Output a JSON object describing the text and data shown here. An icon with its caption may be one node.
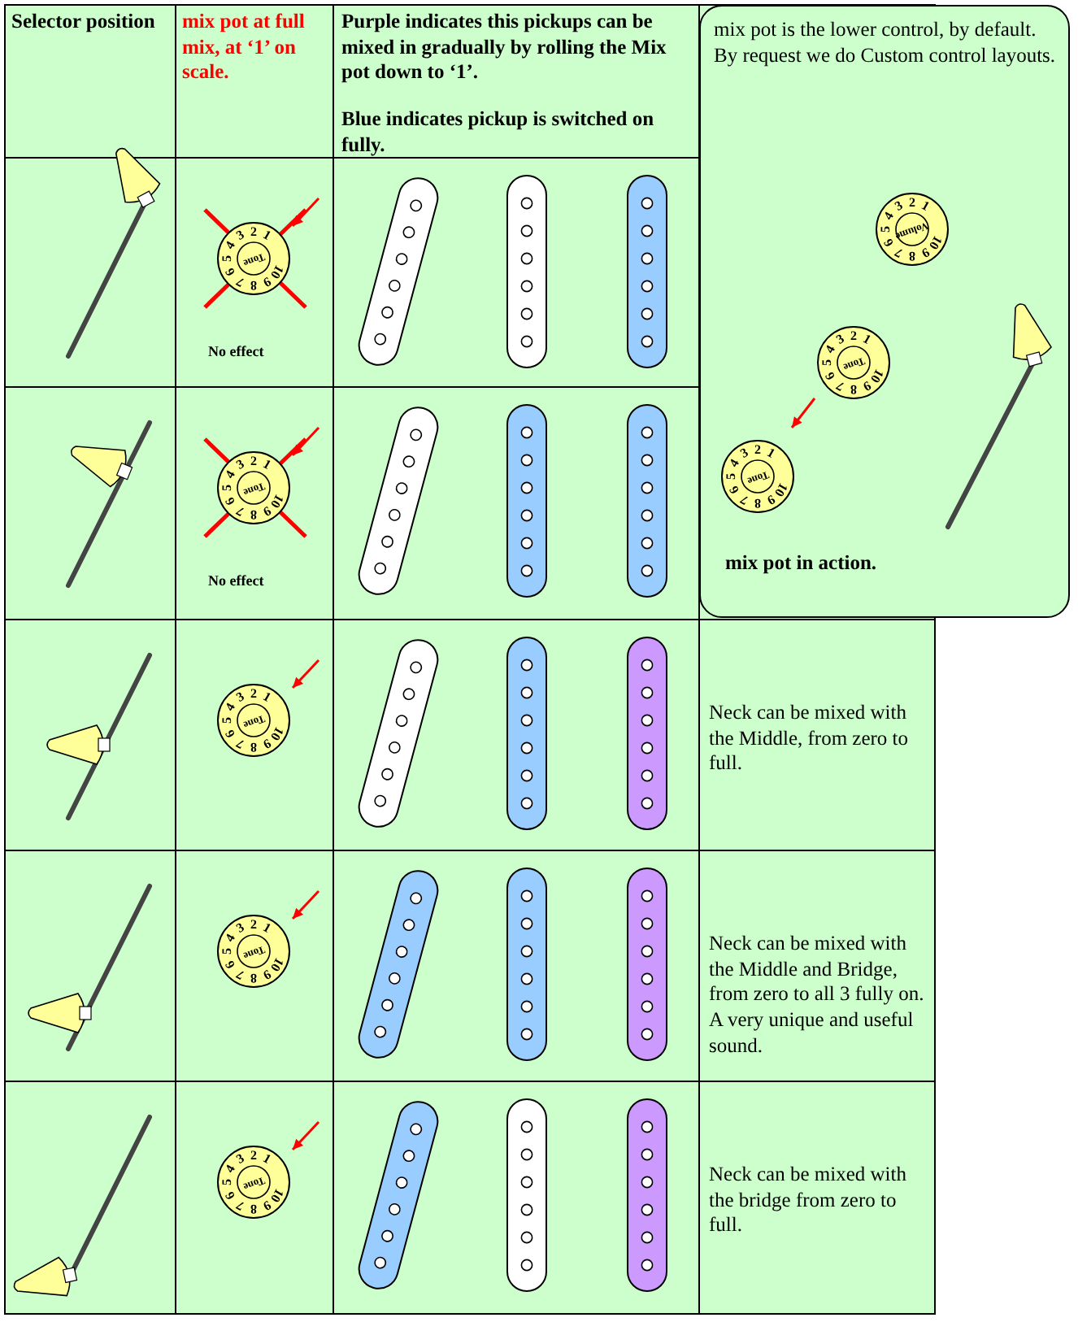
{
  "diagram": {
    "nodes": [
      {
        "text": [
          "mix pot is the lower control, by default. By request we do Custom control layouts.",
          "mix pot in action."
        ]
      }
    ],
    "labels": [
      "Selector position",
      "mix pot at full mix, at ‘1’ on scale.",
      "Purple indicates this pickups can be mixed in gradually by rolling the Mix pot down to ‘1’.",
      "Blue indicates pickup is switched on fully.",
      "1",
      "2",
      "3",
      "4",
      "5",
      "6",
      "7",
      "8",
      "9",
      "10",
      "Tone",
      "No effect",
      "1",
      "2",
      "3",
      "4",
      "5",
      "6",
      "7",
      "8",
      "9",
      "10",
      "Tone",
      "No effect",
      "1",
      "2",
      "3",
      "4",
      "5",
      "6",
      "7",
      "8",
      "9",
      "10",
      "Tone",
      "Neck can be mixed with the Middle, from zero to full.",
      "1",
      "2",
      "3",
      "4",
      "5",
      "6",
      "7",
      "8",
      "9",
      "10",
      "Tone",
      "Neck can be mixed with the Middle and Bridge, from zero to all 3 fully on. A very unique and useful sound.",
      "1",
      "2",
      "3",
      "4",
      "5",
      "6",
      "7",
      "8",
      "9",
      "10",
      "Tone",
      "Neck can be mixed with the bridge from zero to full.",
      "1",
      "2",
      "3",
      "4",
      "5",
      "6",
      "7",
      "8",
      "9",
      "10",
      "Volume",
      "1",
      "2",
      "3",
      "4",
      "5",
      "6",
      "7",
      "8",
      "9",
      "10",
      "Tone",
      "1",
      "2",
      "3",
      "4",
      "5",
      "6",
      "7",
      "8",
      "9",
      "10",
      "Tone"
    ]
  }
}
